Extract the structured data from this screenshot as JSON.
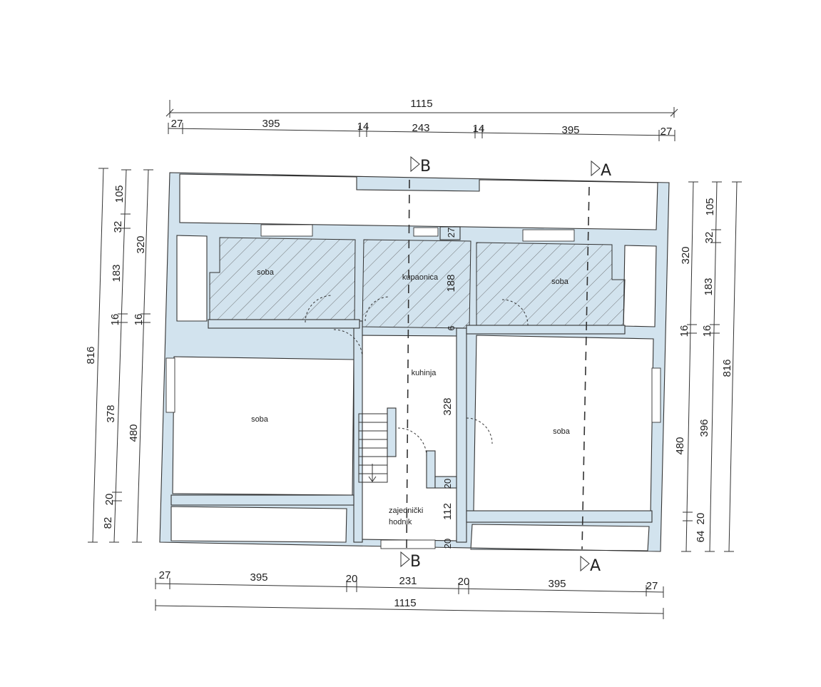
{
  "dimensions": {
    "top_total": "1115",
    "top_segments": [
      "27",
      "395",
      "14",
      "243",
      "14",
      "395",
      "27"
    ],
    "bottom_segments": [
      "27",
      "395",
      "20",
      "231",
      "20",
      "395",
      "27"
    ],
    "bottom_total": "1115",
    "left_total": "816",
    "left_outer_chain": [
      "105",
      "32",
      "183",
      "16",
      "378",
      "20",
      "82"
    ],
    "left_inner_chain": [
      "320",
      "16",
      "480"
    ],
    "right_inner_chain": [
      "320",
      "16",
      "480",
      "20",
      "64"
    ],
    "right_outer_chain": [
      "105",
      "32",
      "183",
      "16",
      "396"
    ],
    "right_total": "816",
    "interior": [
      "188",
      "27",
      "6",
      "328",
      "20",
      "112",
      "20"
    ]
  },
  "sections": {
    "b_top": "B",
    "a_top": "A",
    "b_bottom": "B",
    "a_bottom": "A"
  },
  "rooms": {
    "soba_top_left": "soba",
    "kupaonica": "kupaonica",
    "soba_top_right": "soba",
    "kuhinja": "kuhinja",
    "soba_left": "soba",
    "soba_right": "soba",
    "hodnik_line1": "zajednički",
    "hodnik_line2": "hodnik"
  },
  "colors": {
    "wall_fill": "#d2e3ee",
    "line": "#333333"
  }
}
